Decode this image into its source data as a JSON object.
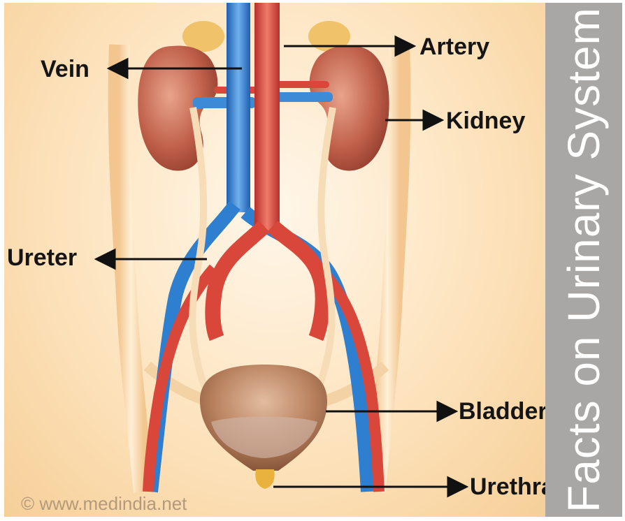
{
  "sidebar": {
    "title": "Facts on Urinary System"
  },
  "labels": {
    "vein": "Vein",
    "artery": "Artery",
    "kidney": "Kidney",
    "ureter": "Ureter",
    "bladder": "Bladder",
    "urethra": "Urethra"
  },
  "watermark": "© www.medindia.net",
  "colors": {
    "artery": "#d9473a",
    "vein": "#2f7fd0",
    "kidney": "#b54f3e",
    "bladder": "#a46a4a",
    "sidebar": "#a9a7a5",
    "background": "#fde3bd"
  }
}
